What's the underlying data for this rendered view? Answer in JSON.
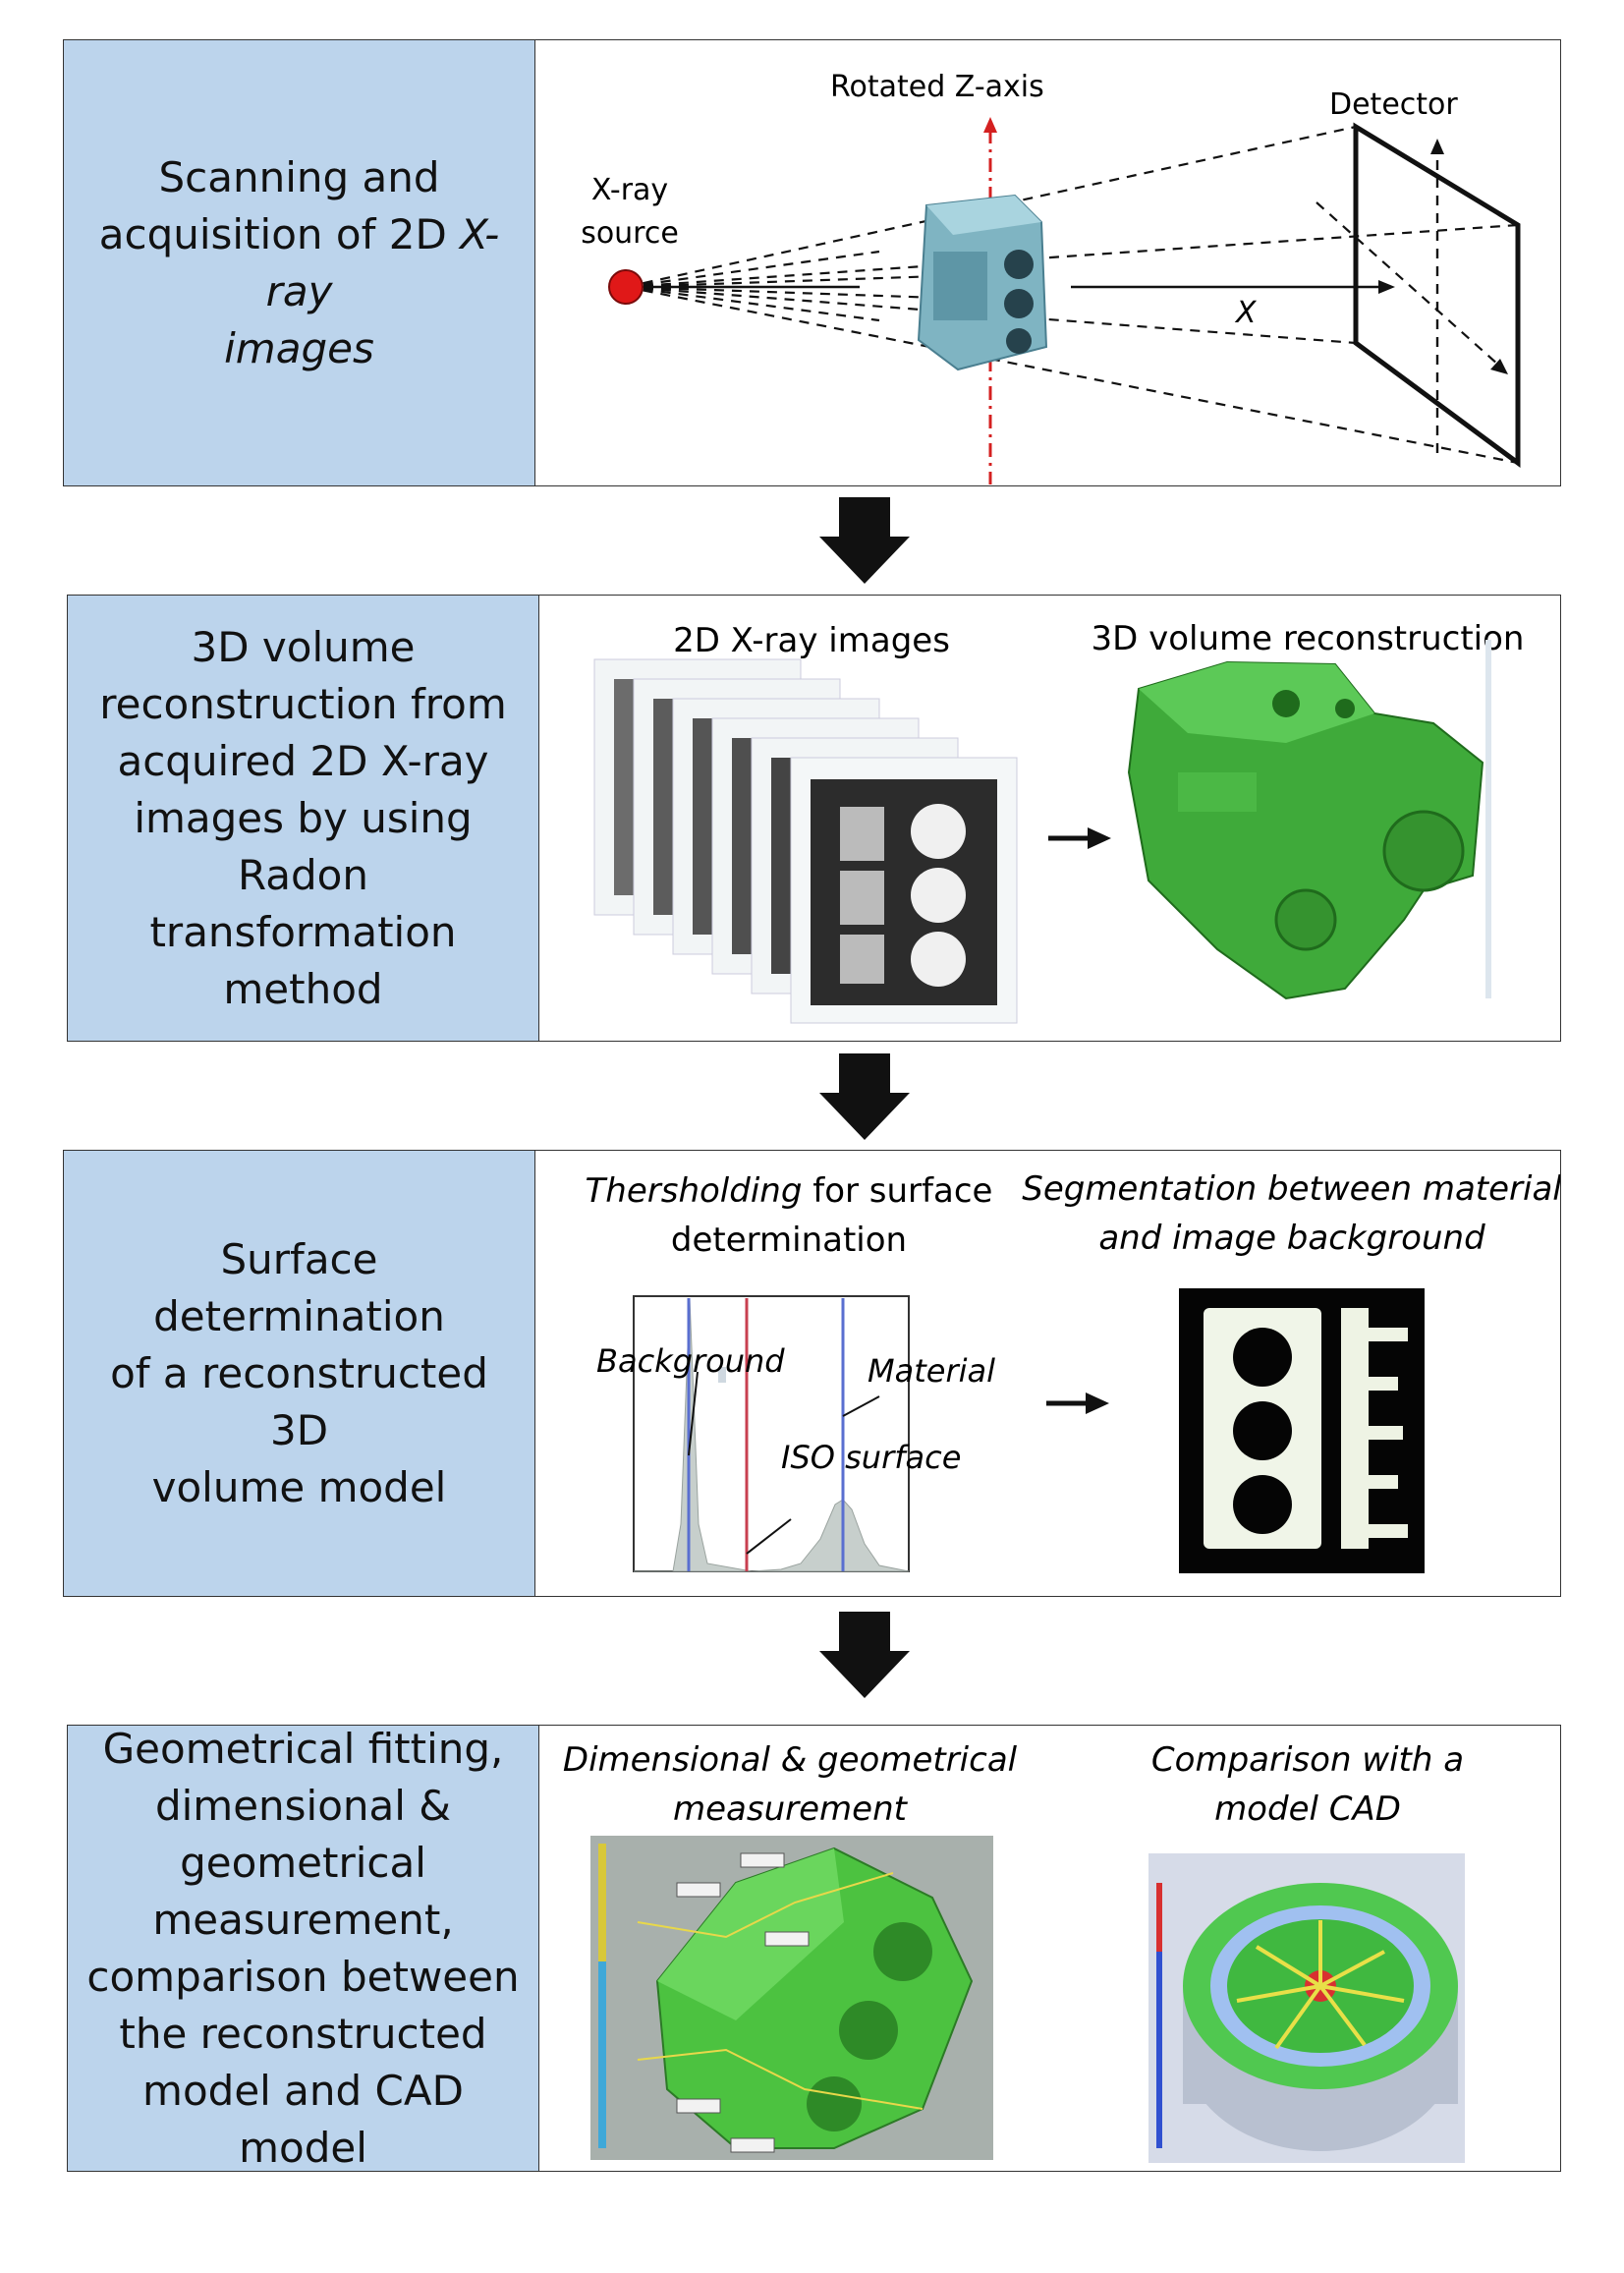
{
  "steps": [
    {
      "label_a": "Scanning and",
      "label_b": "acquisition of 2D ",
      "label_c_it": "X-ray",
      "label_d_it": "images"
    },
    {
      "label": [
        "3D volume",
        "reconstruction from",
        "acquired 2D X-ray",
        "images by using Radon",
        "transformation method"
      ]
    },
    {
      "label": [
        "Surface determination",
        "of a reconstructed 3D",
        "volume model"
      ]
    },
    {
      "label": [
        "Geometrical fitting,",
        "dimensional &",
        "geometrical",
        "measurement,",
        "comparison between",
        "the reconstructed",
        "model and CAD model"
      ]
    }
  ],
  "scan": {
    "z_axis": "Rotated Z-axis",
    "detector": "Detector",
    "source_a": "X-ray",
    "source_b": "source",
    "x_label": "X"
  },
  "recon": {
    "left_caption": "2D X-ray images",
    "right_caption": "3D volume reconstruction"
  },
  "surface": {
    "left_caption_it": "Thersholding",
    "left_caption_rest": " for surface",
    "left_caption_2": "determination",
    "right_caption_1": "Segmentation between material",
    "right_caption_2": "and image background",
    "background": "Background",
    "material": "Material",
    "iso": "ISO surface"
  },
  "measure": {
    "left_caption_1": "Dimensional & geometrical",
    "left_caption_2": "measurement",
    "right_caption_1": "Comparison with a",
    "right_caption_2": "model CAD"
  },
  "colors": {
    "label_bg": "#bcd4ec",
    "cad_green": "#3faa3a",
    "zaxis_red": "#d42020",
    "source_red": "#e01818",
    "threshold_blue": "#5a6fd0",
    "threshold_red": "#c84050"
  }
}
